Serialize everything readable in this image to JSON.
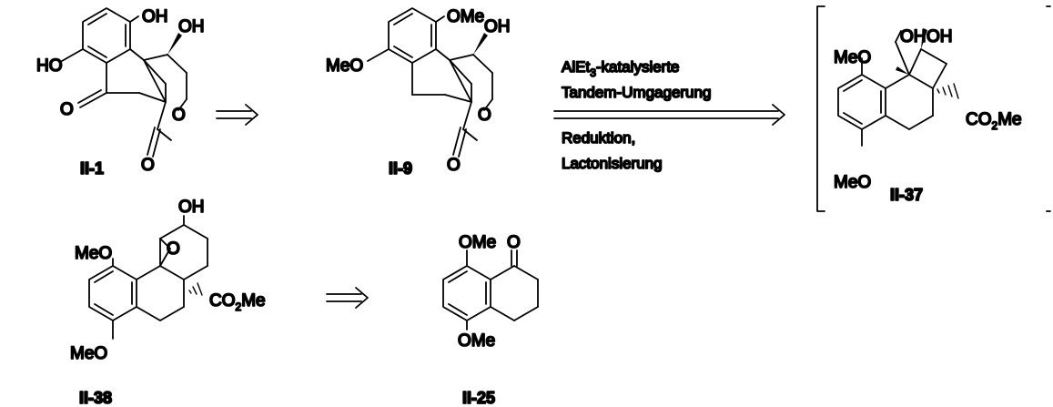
{
  "colors": {
    "ink": "#000000",
    "background": "#ffffff"
  },
  "compounds": {
    "II_1": {
      "label": "II-1",
      "atoms": {
        "oh_top": "OH",
        "oh_right": "OH",
        "ho_left": "HO",
        "o_ketone": "O",
        "o_ring": "O",
        "o_lactone": "O"
      }
    },
    "II_9": {
      "label": "II-9",
      "atoms": {
        "ome_top": "OMe",
        "oh_right": "OH",
        "meo_left": "MeO",
        "o_ring": "O",
        "o_lactone": "O"
      }
    },
    "II_37": {
      "label": "II-37",
      "atoms": {
        "oh_ch2": "OH",
        "oh_ring": "OH",
        "meo_top": "MeO",
        "meo_bottom": "MeO",
        "co2me_main": "CO",
        "co2me_sub": "2",
        "co2me_end": "Me"
      }
    },
    "II_38": {
      "label": "II-38",
      "atoms": {
        "oh_top": "OH",
        "o_epoxide": "O",
        "meo_top": "MeO",
        "meo_bottom": "MeO",
        "co2me_main": "CO",
        "co2me_sub": "2",
        "co2me_end": "Me"
      }
    },
    "II_25": {
      "label": "II-25",
      "atoms": {
        "ome_top": "OMe",
        "o_ketone": "O",
        "ome_bottom": "OMe"
      }
    }
  },
  "conditions": {
    "above_1": "AlEt",
    "above_1_sub": "3",
    "above_1_end": "-katalysierte",
    "above_2": "Tandem-Umgagerung",
    "below_1": "Reduktion,",
    "below_2": "Lactonisierung"
  }
}
